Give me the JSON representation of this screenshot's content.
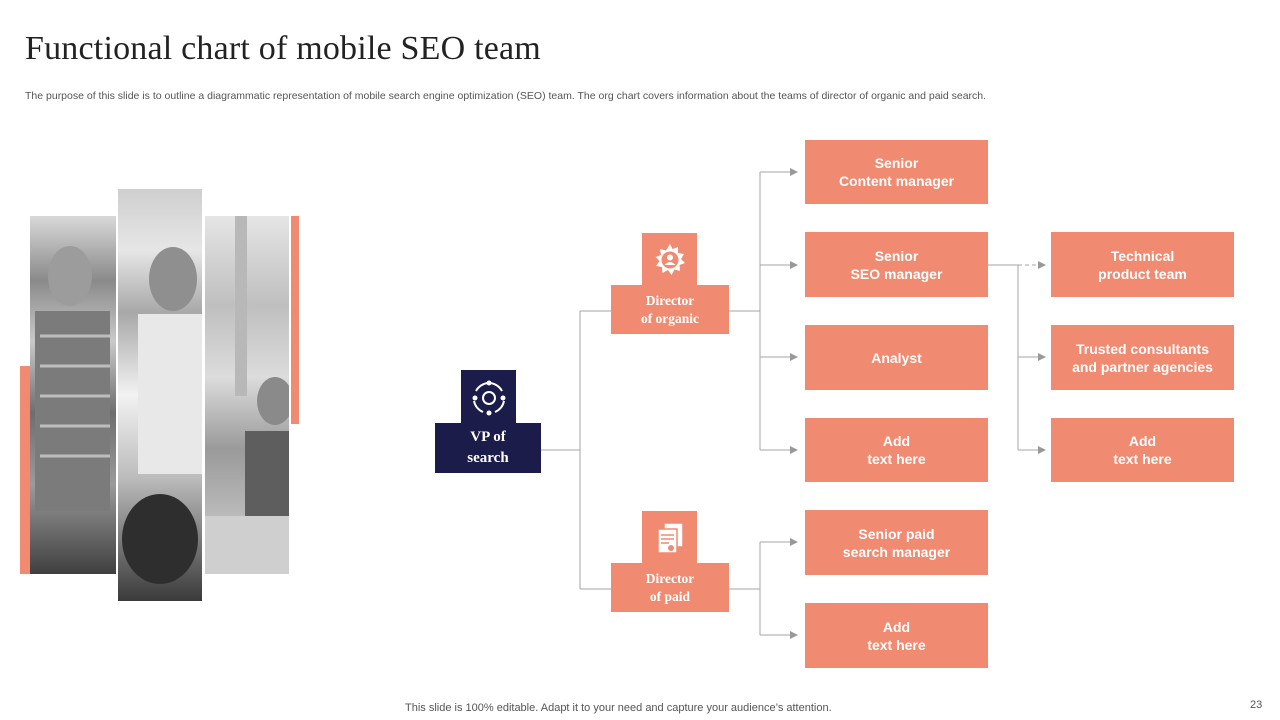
{
  "slide": {
    "title": "Functional  chart of mobile  SEO team",
    "subtitle": "The purpose of this slide is to outline a diagrammatic representation of mobile search engine optimization (SEO) team. The org chart covers information about the teams of director of organic and paid search.",
    "footer": "This slide is 100% editable. Adapt it to your need and capture your audience’s attention.",
    "page_number": "23"
  },
  "colors": {
    "accent": "#f08a70",
    "navy": "#1c1c4a"
  },
  "org": {
    "root": {
      "label": "VP of\nsearch",
      "icon": "network-gear-icon"
    },
    "directors": [
      {
        "label": "Director\nof organic",
        "icon": "gear-user-icon"
      },
      {
        "label": "Director\nof paid",
        "icon": "documents-icon"
      }
    ],
    "organic_reports": [
      "Senior\nContent manager",
      "Senior\nSEO manager",
      "Analyst",
      "Add\ntext here"
    ],
    "paid_reports": [
      "Senior paid\nsearch manager",
      "Add\ntext here"
    ],
    "seo_manager_reports": [
      "Technical\nproduct team",
      "Trusted consultants\nand partner agencies",
      "Add\ntext here"
    ]
  }
}
